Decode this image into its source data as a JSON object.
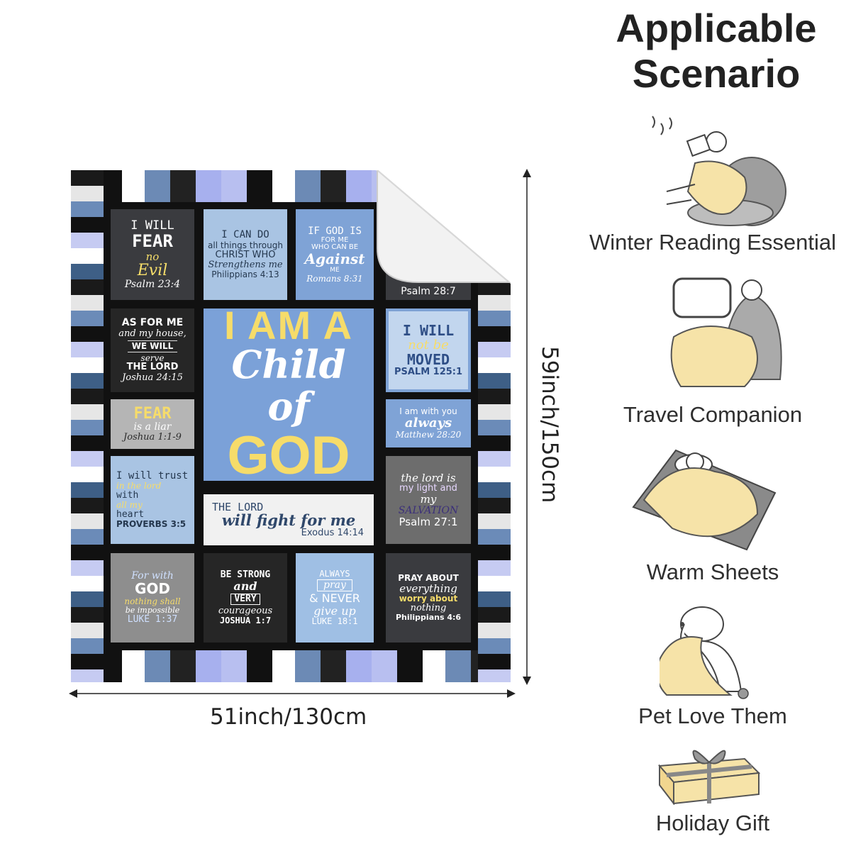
{
  "blanket": {
    "tiles": {
      "fear": [
        "I WILL",
        "FEAR",
        "no",
        "Evil",
        "Psalm 23:4"
      ],
      "cando": [
        "I CAN DO",
        "all things through",
        "CHRIST WHO",
        "Strengthens me",
        "Philippians 4:13"
      ],
      "godis": [
        "IF GOD IS",
        "FOR ME",
        "WHO CAN BE",
        "Against",
        "ME",
        "Romans 8:31"
      ],
      "psalm287": "Psalm 28:7",
      "asforme": [
        "AS FOR ME",
        "and my house,",
        "WE WILL",
        "serve",
        "THE LORD",
        "Joshua 24:15"
      ],
      "liar": [
        "FEAR",
        "is a liar",
        "Joshua 1:1-9"
      ],
      "trust": [
        "I will trust",
        "in the lord",
        "with",
        "all my",
        "heart",
        "PROVERBS 3:5"
      ],
      "moved": [
        "I WILL",
        "not be",
        "MOVED",
        "PSALM 125:1"
      ],
      "always": [
        "I am with you",
        "always",
        "Matthew 28:20"
      ],
      "light": [
        "the lord is",
        "my light and",
        "my",
        "SALVATION",
        "Psalm 27:1"
      ],
      "fight": [
        "THE LORD",
        "will fight for me",
        "Exodus 14:14"
      ],
      "nothing": [
        "For with",
        "GOD",
        "nothing shall",
        "be impossible",
        "LUKE 1:37"
      ],
      "strong": [
        "BE STRONG",
        "and",
        "VERY",
        "courageous",
        "JOSHUA 1:7"
      ],
      "pray": [
        "ALWAYS",
        "pray",
        "& NEVER",
        "give up",
        "LUKE 18:1"
      ],
      "prayabout": [
        "PRAY ABOUT",
        "everything",
        "worry about",
        "nothing",
        "Philippians 4:6"
      ]
    },
    "center": [
      "I AM A",
      "Child of",
      "GOD"
    ]
  },
  "dimensions": {
    "width": "51inch/130cm",
    "height": "59inch/150cm"
  },
  "scenario": {
    "title_line1": "Applicable",
    "title_line2": "Scenario",
    "items": [
      {
        "label": "Winter Reading Essential",
        "icon": "reading-icon"
      },
      {
        "label": "Travel Companion",
        "icon": "travel-icon"
      },
      {
        "label": "Warm Sheets",
        "icon": "bed-icon"
      },
      {
        "label": "Pet Love Them",
        "icon": "pet-icon"
      },
      {
        "label": "Holiday Gift",
        "icon": "gift-icon"
      }
    ]
  },
  "colors": {
    "blanket_blue": "#7ba1d8",
    "accent_yellow": "#f6dc6a",
    "blanket_cream": "#f6e3a8"
  }
}
